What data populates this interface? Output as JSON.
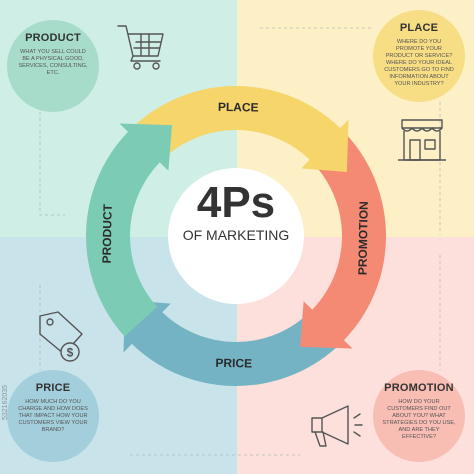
{
  "title": {
    "main": "4Ps",
    "sub": "OF MARKETING"
  },
  "stock_id": "532162035",
  "segments": [
    {
      "label": "PRODUCT",
      "color": "#7ccbb4"
    },
    {
      "label": "PLACE",
      "color": "#f6d56a"
    },
    {
      "label": "PROMOTION",
      "color": "#f58a74"
    },
    {
      "label": "PRICE",
      "color": "#74b3c4"
    }
  ],
  "cards": {
    "product": {
      "title": "PRODUCT",
      "text": "WHAT YOU SELL COULD BE A PHYSICAL GOOD, SERVICES, CONSULTING, ETC."
    },
    "place": {
      "title": "PLACE",
      "text": "WHERE DO YOU PROMOTE YOUR PRODUCT OR SERVICE? WHERE DO YOUR IDEAL CUSTOMERS GO TO FIND INFORMATION ABOUT YOUR INDUSTRY?"
    },
    "price": {
      "title": "PRICE",
      "text": "HOW MUCH DO YOU CHARGE AND HOW DOES THAT IMPACT HOW YOUR CUSTOMERS VIEW YOUR BRAND?"
    },
    "promotion": {
      "title": "PROMOTION",
      "text": "HOW DO YOUR CUSTOMERS FIND OUT ABOUT YOU? WHAT STRATEGIES DO YOU USE, AND ARE THEY EFFECTIVE?"
    }
  },
  "icons": [
    "shopping-cart-icon",
    "storefront-icon",
    "price-tag-icon",
    "megaphone-icon"
  ]
}
